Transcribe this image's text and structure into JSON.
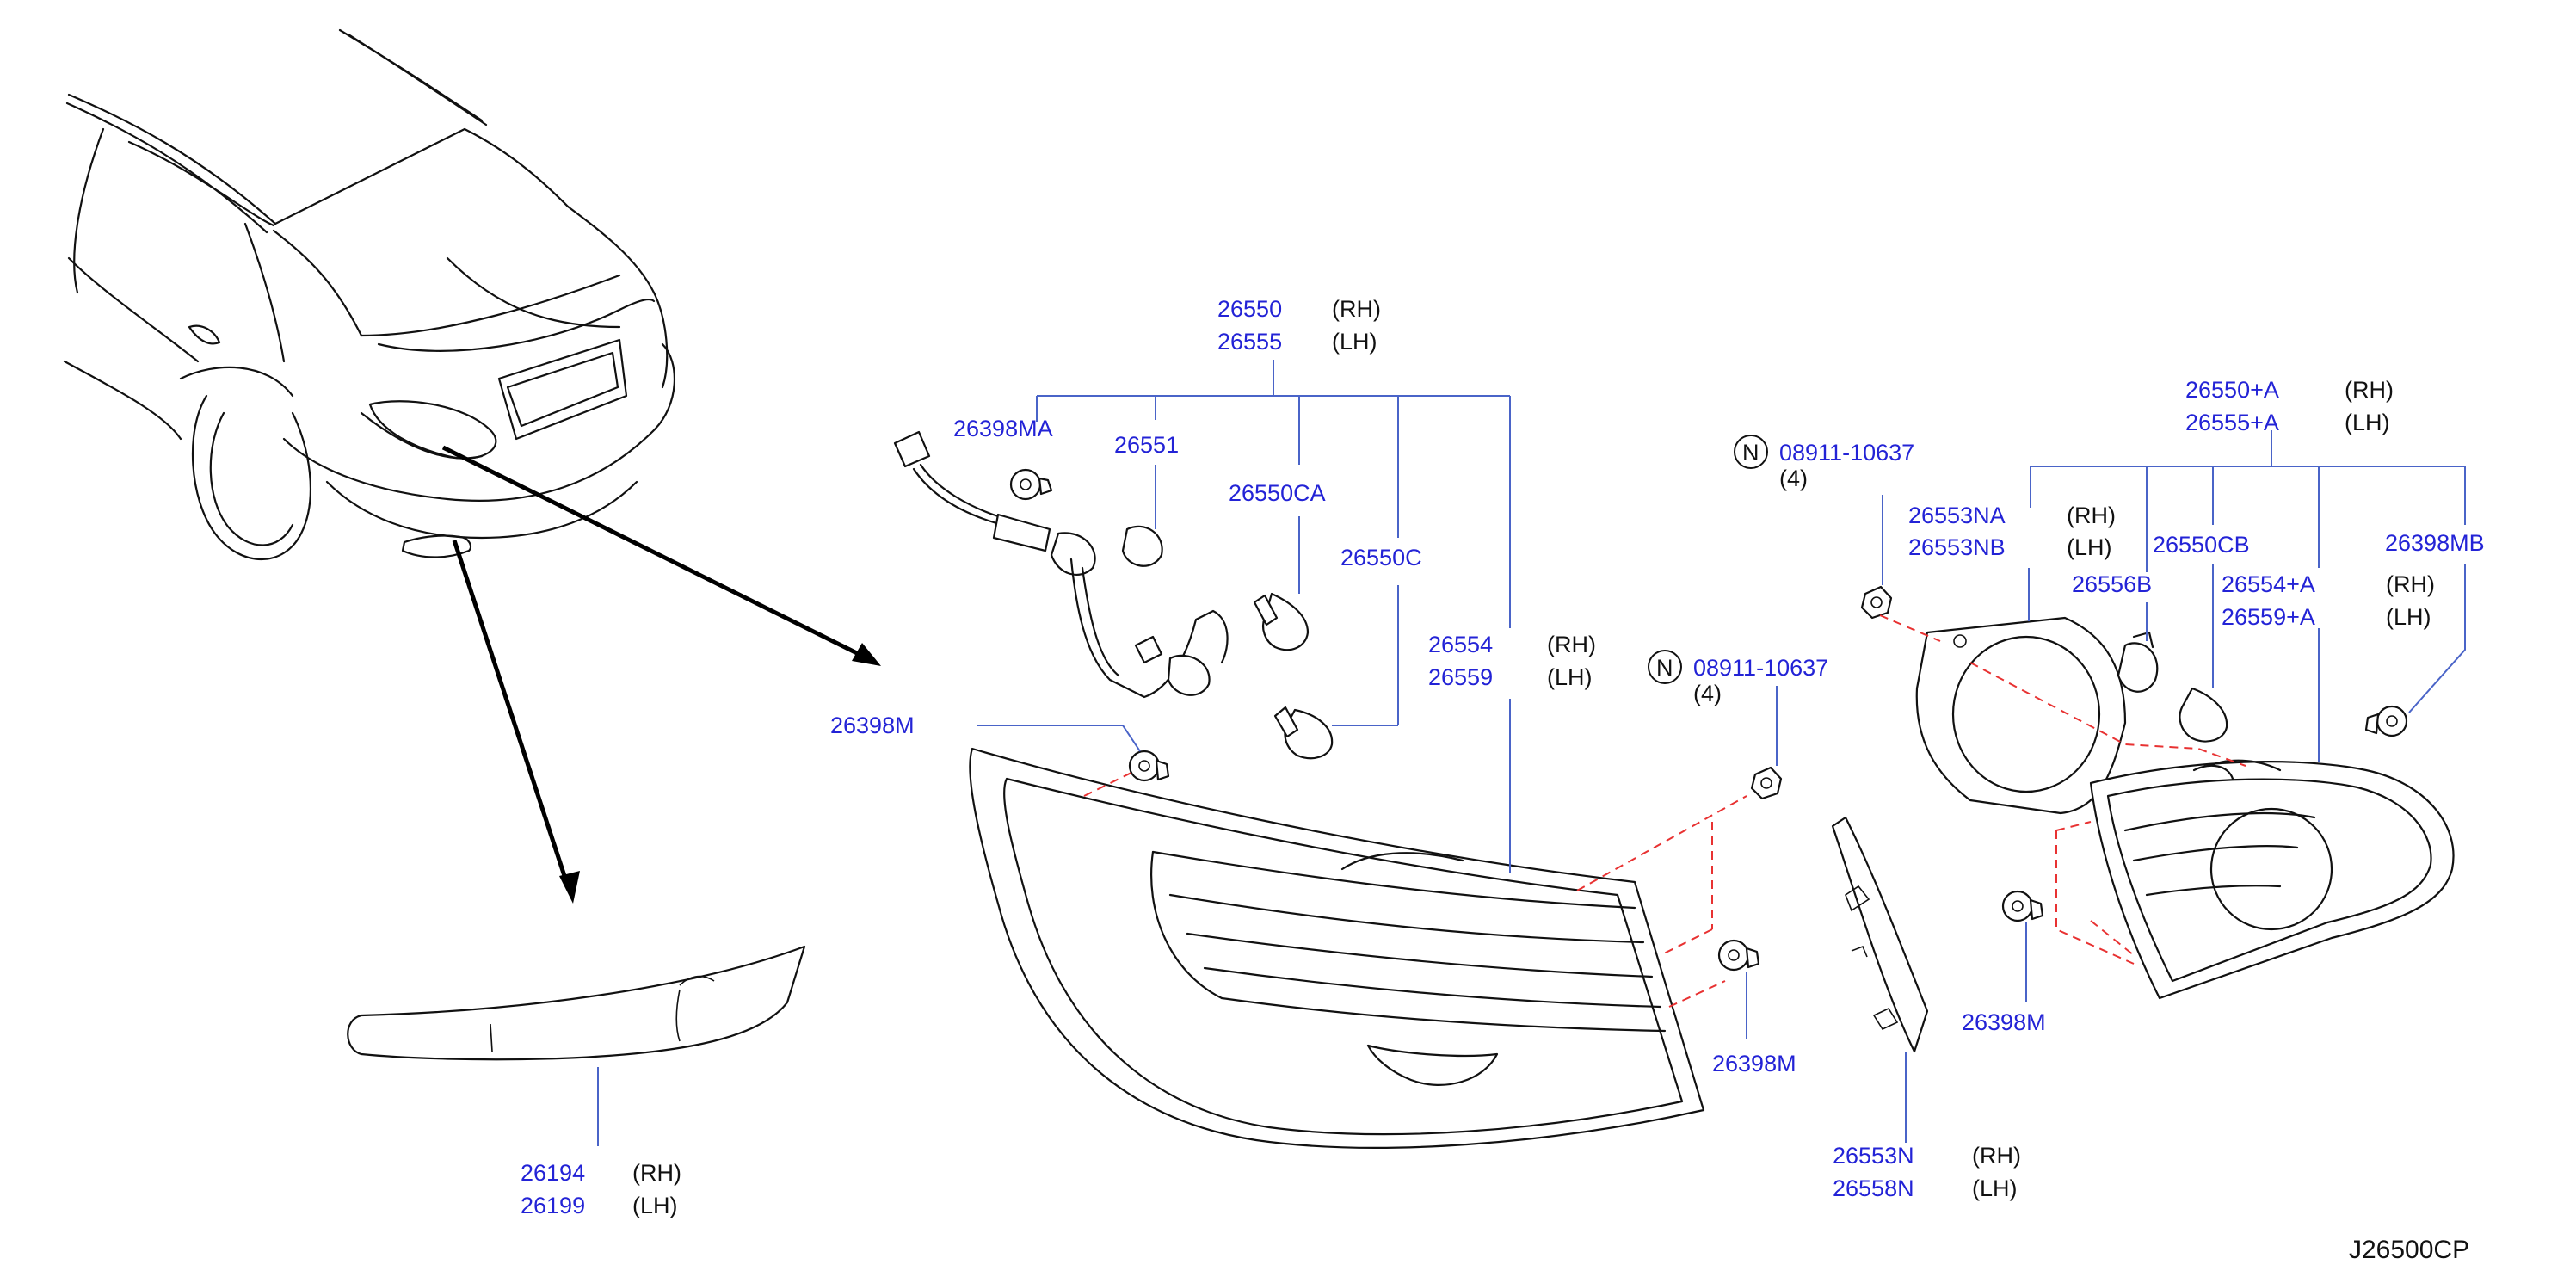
{
  "diagram": {
    "reference_code": "J26500CP",
    "colors": {
      "part_number": "#2323d6",
      "leader_line": "#4a64c8",
      "dashed_guide": "#e83232",
      "drawing": "#111111"
    },
    "callouts": {
      "outer_lamp": {
        "rh": "26550",
        "rh_side": "(RH)",
        "lh": "26555",
        "lh_side": "(LH)"
      },
      "clip_ma": {
        "part": "26398MA"
      },
      "socket_harness": {
        "part": "26551"
      },
      "bulb_ca": {
        "part": "26550CA"
      },
      "bulb_c": {
        "part": "26550C"
      },
      "outer_lens": {
        "rh": "26554",
        "rh_side": "(RH)",
        "lh": "26559",
        "lh_side": "(LH)"
      },
      "clip_m_left": {
        "part": "26398M"
      },
      "nut_left": {
        "prefix": "N",
        "part": "08911-10637",
        "qty": "(4)"
      },
      "nut_right": {
        "prefix": "N",
        "part": "08911-10637",
        "qty": "(4)"
      },
      "clip_m_center": {
        "part": "26398M"
      },
      "inner_lamp": {
        "rh": "26550+A",
        "rh_side": "(RH)",
        "lh": "26555+A",
        "lh_side": "(LH)"
      },
      "gasket": {
        "rh": "26553NA",
        "rh_side": "(RH)",
        "lh": "26553NB",
        "lh_side": "(LH)"
      },
      "bulb_cb": {
        "part": "26550CB"
      },
      "socket_b": {
        "part": "26556B"
      },
      "inner_lens": {
        "rh": "26554+A",
        "rh_side": "(RH)",
        "lh": "26559+A",
        "lh_side": "(LH)"
      },
      "clip_mb": {
        "part": "26398MB"
      },
      "clip_m_right": {
        "part": "26398M"
      },
      "seal": {
        "rh": "26553N",
        "rh_side": "(RH)",
        "lh": "26558N",
        "lh_side": "(LH)"
      },
      "reflector": {
        "rh": "26194",
        "rh_side": "(RH)",
        "lh": "26199",
        "lh_side": "(LH)"
      }
    }
  }
}
